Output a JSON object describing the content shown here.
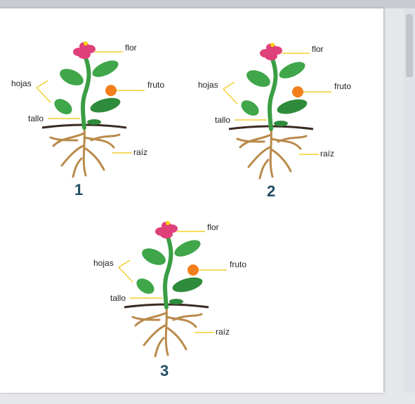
{
  "diagrams": [
    {
      "number": "1",
      "labels": {
        "flor": "flor",
        "fruto": "fruto",
        "hojas": "hojas",
        "tallo": "tallo",
        "raiz": "raíz"
      }
    },
    {
      "number": "2",
      "labels": {
        "flor": "flor",
        "fruto": "fruto",
        "hojas": "hojas",
        "tallo": "tallo",
        "raiz": "raíz"
      }
    },
    {
      "number": "3",
      "labels": {
        "flor": "flor",
        "fruto": "fruto",
        "hojas": "hojas",
        "tallo": "tallo",
        "raiz": "raíz"
      }
    }
  ],
  "colors": {
    "leaf": "#3fa64a",
    "leaf_dark": "#2e8b3b",
    "stem": "#3a9e44",
    "flower": "#e0407a",
    "fruit": "#f27f1b",
    "root": "#b98a4a",
    "ground": "#3b2b22",
    "leader_line": "#f2c300",
    "number": "#1f4e63"
  }
}
